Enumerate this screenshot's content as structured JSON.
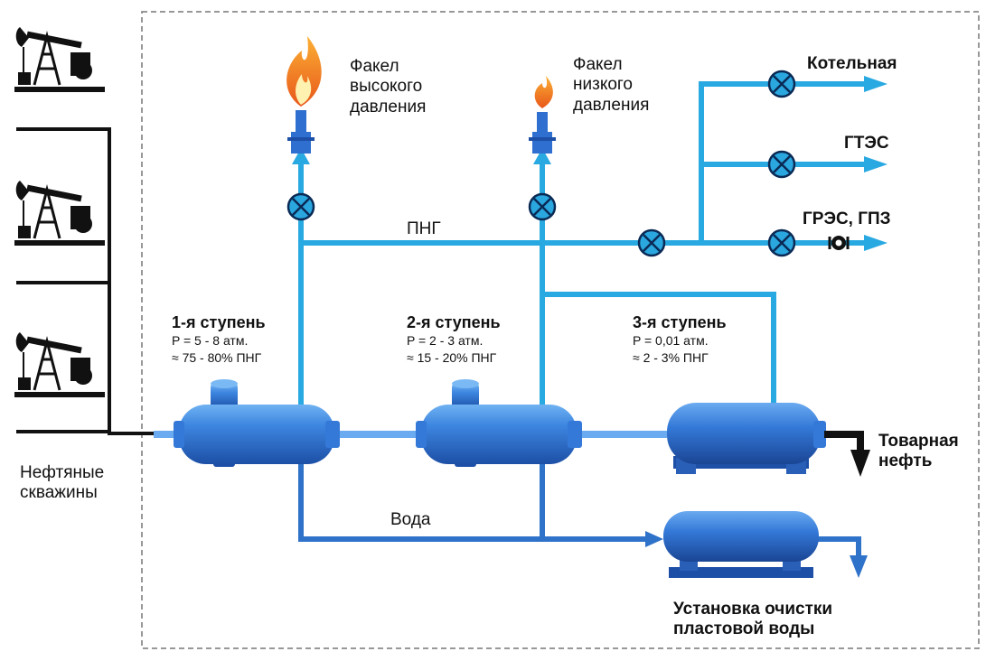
{
  "wells": {
    "label_line1": "Нефтяные",
    "label_line2": "скважины"
  },
  "flares": {
    "high": {
      "line1": "Факел",
      "line2": "высокого",
      "line3": "давления"
    },
    "low": {
      "line1": "Факел",
      "line2": "низкого",
      "line3": "давления"
    }
  },
  "png_label": "ПНГ",
  "consumers": {
    "boiler": "Котельная",
    "gtes": "ГТЭС",
    "gres": "ГРЭС, ГПЗ"
  },
  "stages": [
    {
      "title": "1-я ступень",
      "pressure": "P = 5 - 8 атм.",
      "gas": "≈ 75 - 80% ПНГ"
    },
    {
      "title": "2-я ступень",
      "pressure": "P = 2 - 3 атм.",
      "gas": "≈ 15 - 20% ПНГ"
    },
    {
      "title": "3-я ступень",
      "pressure": "P = 0,01 атм.",
      "gas": "≈ 2 - 3% ПНГ"
    }
  ],
  "water_label": "Вода",
  "product": {
    "line1": "Товарная",
    "line2": "нефть"
  },
  "treatment": {
    "line1": "Установка очистки",
    "line2": "пластовой воды"
  },
  "colors": {
    "gas_pipe": "#29a9e1",
    "vessel": "#2f6fd0",
    "water_pipe": "#2f72c9",
    "oil_pipe": "#111111",
    "flame": "#f59a1e"
  }
}
